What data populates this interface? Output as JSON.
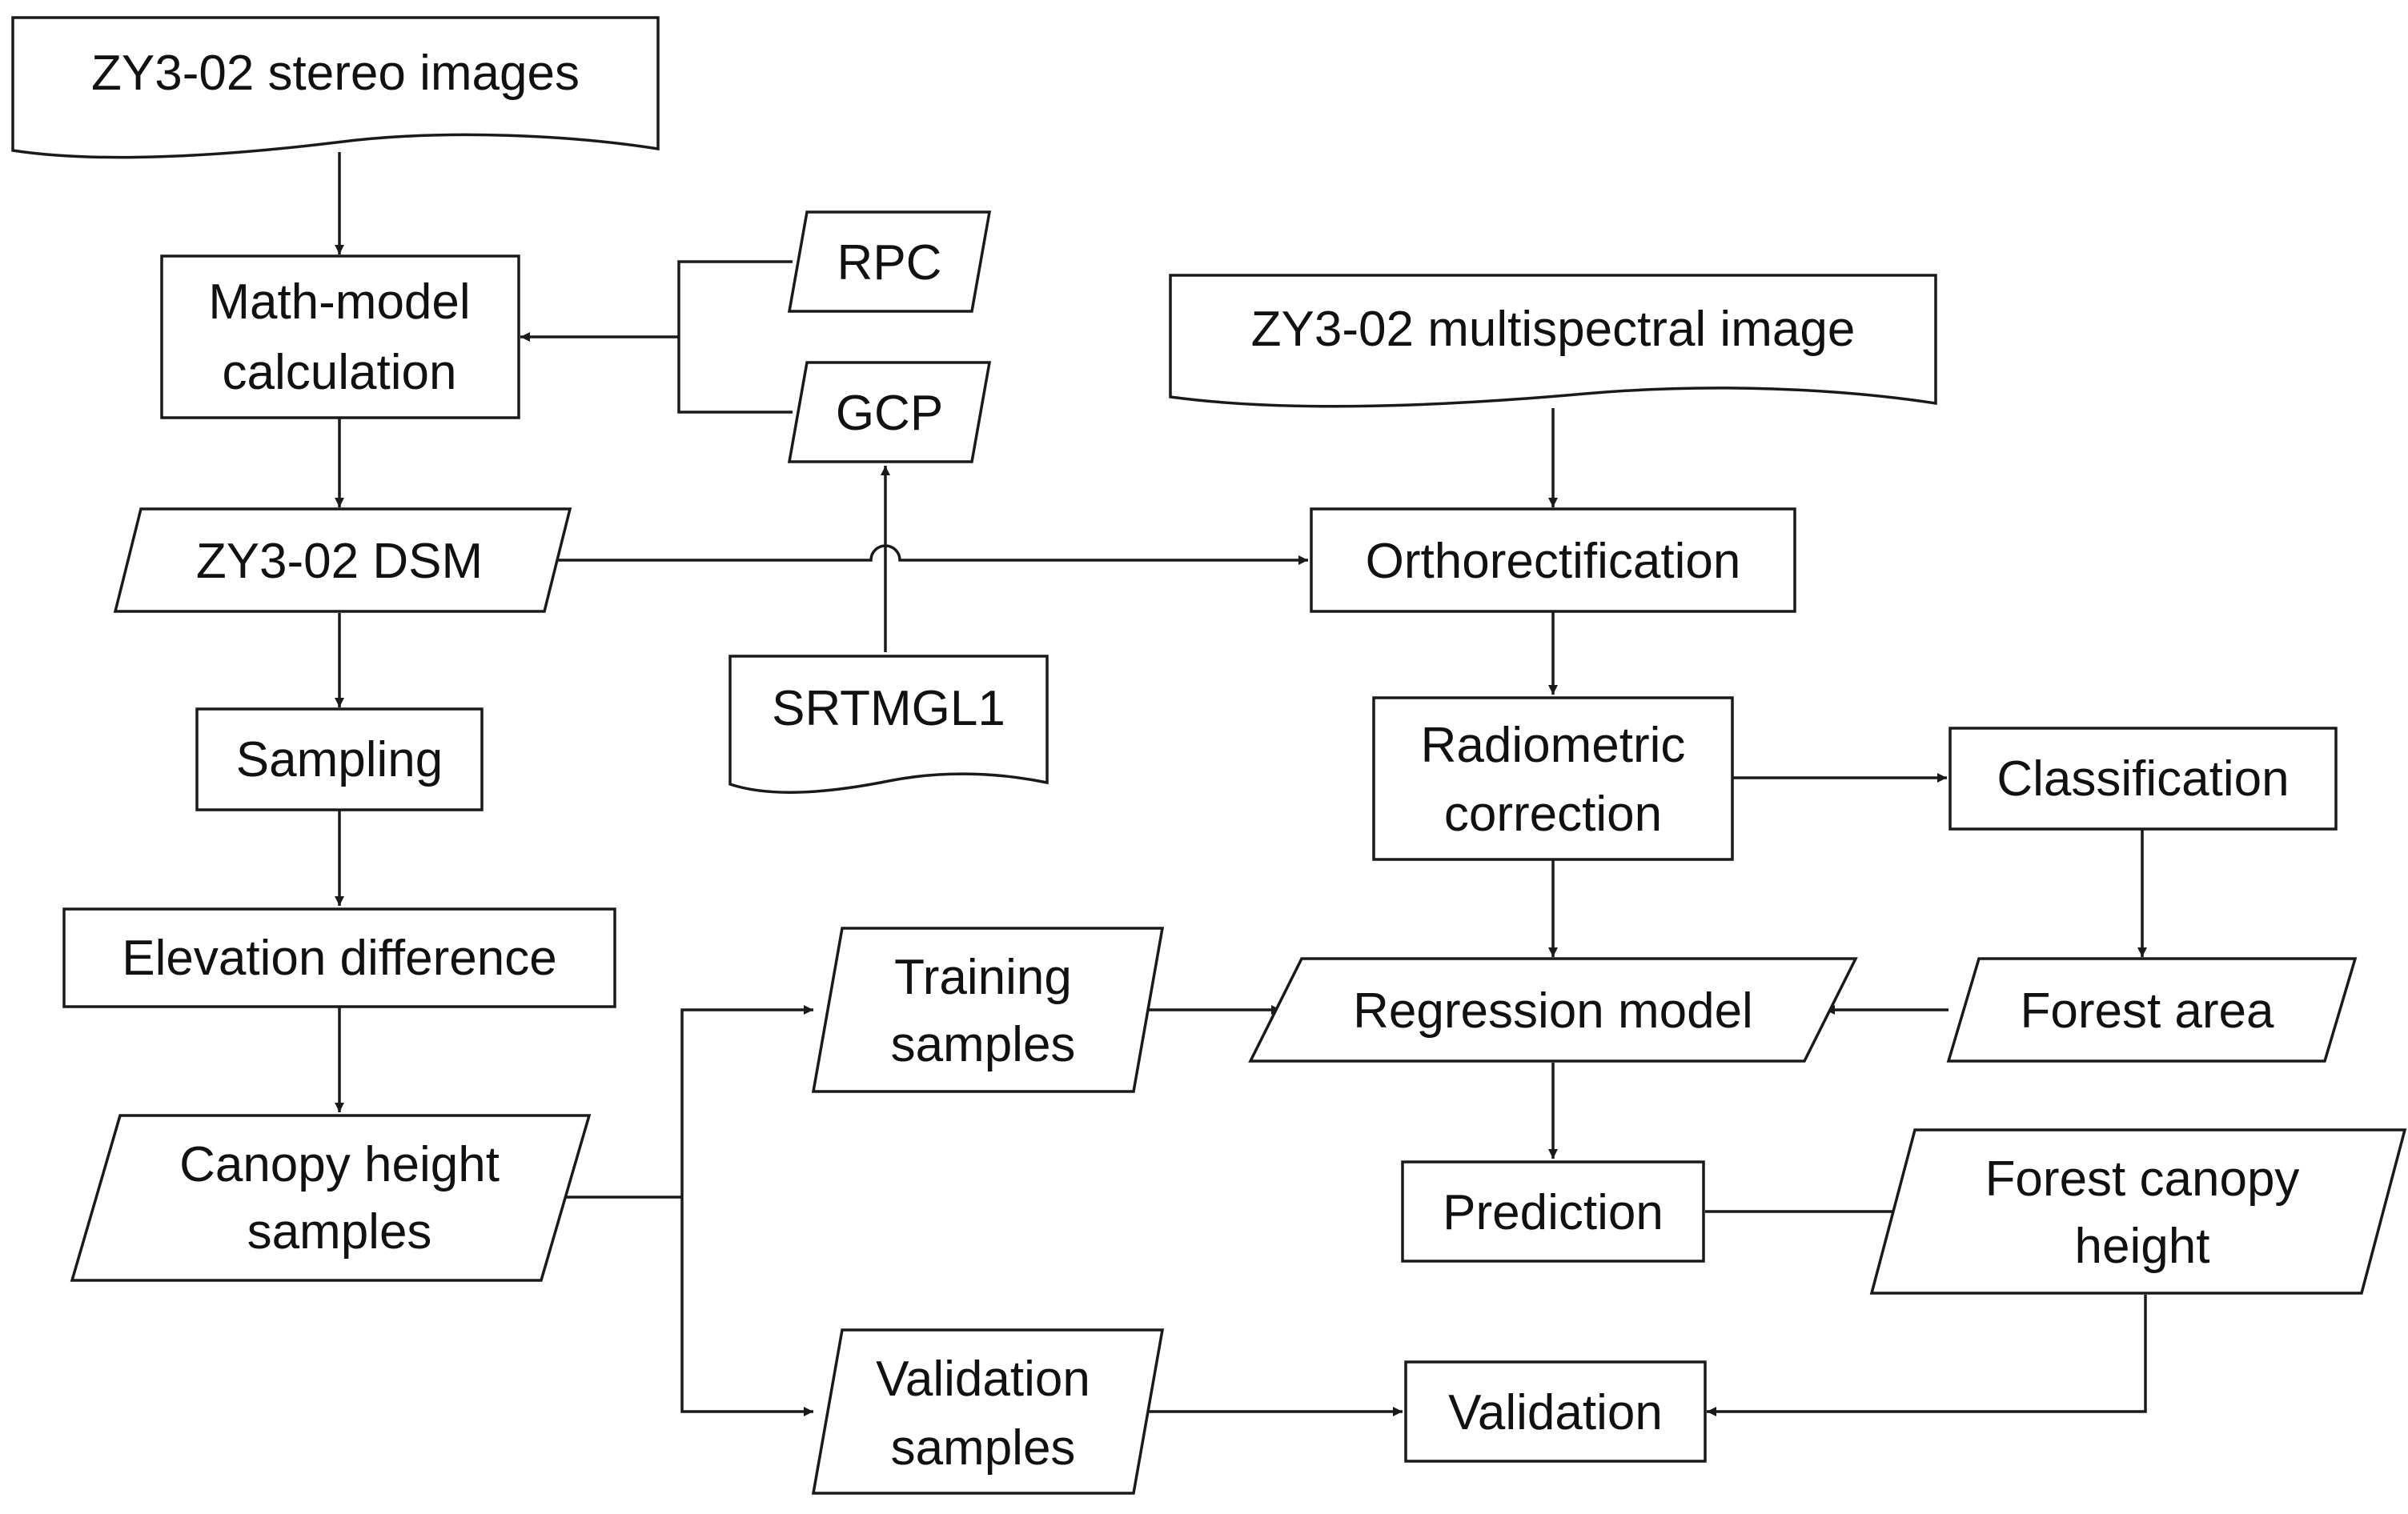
{
  "nodes": {
    "stereo_images": "ZY3-02 stereo images",
    "math_model_l1": "Math-model",
    "math_model_l2": "calculation",
    "rpc": "RPC",
    "gcp": "GCP",
    "multispectral_image": "ZY3-02 multispectral image",
    "dsm": "ZY3-02 DSM",
    "orthorectification": "Orthorectification",
    "srtmgl1": "SRTMGL1",
    "sampling": "Sampling",
    "radiometric_l1": "Radiometric",
    "radiometric_l2": "correction",
    "classification": "Classification",
    "elevation_difference": "Elevation difference",
    "training_l1": "Training",
    "training_l2": "samples",
    "regression_model": "Regression model",
    "forest_area": "Forest area",
    "canopy_samples_l1": "Canopy height",
    "canopy_samples_l2": "samples",
    "prediction": "Prediction",
    "forest_height_l1": "Forest canopy",
    "forest_height_l2": "height",
    "validation_samples_l1": "Validation",
    "validation_samples_l2": "samples",
    "validation": "Validation"
  }
}
